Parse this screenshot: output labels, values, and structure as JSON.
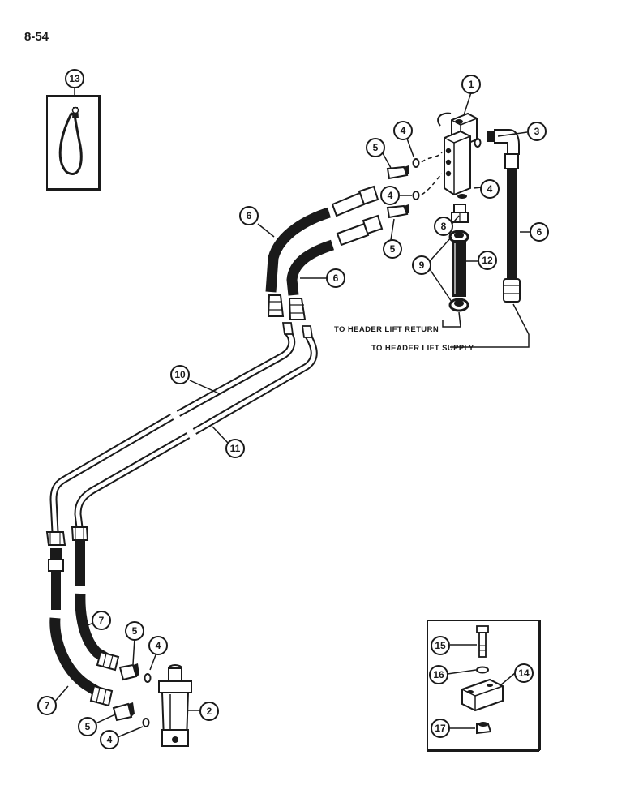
{
  "page_number": "8-54",
  "notes": {
    "return": "TO HEADER LIFT RETURN",
    "supply": "TO HEADER LIFT SUPPLY"
  },
  "callouts": {
    "c1": "1",
    "c2": "2",
    "c3": "3",
    "c4": "4",
    "c5": "5",
    "c6": "6",
    "c7": "7",
    "c8": "8",
    "c9": "9",
    "c10": "10",
    "c11": "11",
    "c12": "12",
    "c13": "13",
    "c14": "14",
    "c15": "15",
    "c16": "16",
    "c17": "17"
  },
  "colors": {
    "ink": "#1a1a1a",
    "tube_fill": "#ffffff",
    "hose_fill": "#1a1a1a"
  }
}
